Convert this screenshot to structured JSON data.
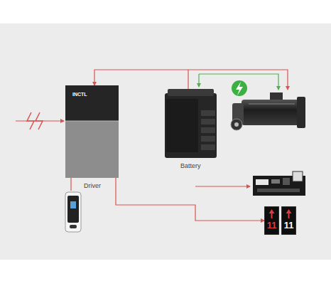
{
  "diagram": {
    "nodes": [
      {
        "text": [
          "INCTL",
          "Driver"
        ]
      },
      {
        "text": [
          "Battery"
        ]
      },
      {
        "text": [
          "11"
        ]
      },
      {
        "text": [
          "11"
        ]
      }
    ],
    "edges": [
      {
        "from": 1,
        "to": 0,
        "arrow": "to"
      },
      {
        "from": 0,
        "to": 2,
        "arrow": "to"
      }
    ]
  }
}
